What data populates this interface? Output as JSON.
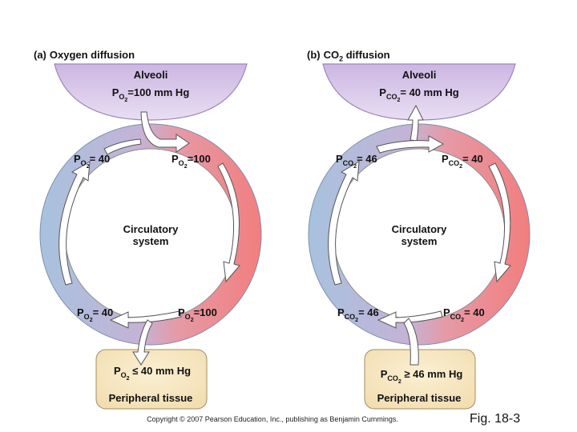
{
  "panels": [
    {
      "tag": "(a)",
      "title": "Oxygen diffusion",
      "top_label": "Alveoli",
      "top_value": {
        "sym": "P",
        "sub": "O",
        "sub2": "2",
        "rest": "=100 mm Hg"
      },
      "center": [
        "Circulatory",
        "system"
      ],
      "top_left": {
        "sym": "P",
        "sub": "O",
        "sub2": "2",
        "rest": "= 40"
      },
      "top_right": {
        "sym": "P",
        "sub": "O",
        "sub2": "2",
        "rest": "=100"
      },
      "bottom_left": {
        "sym": "P",
        "sub": "O",
        "sub2": "2",
        "rest": "= 40"
      },
      "bottom_right": {
        "sym": "P",
        "sub": "O",
        "sub2": "2",
        "rest": "=100"
      },
      "tissue_value": {
        "sym": "P",
        "sub": "O",
        "sub2": "2",
        "rest": " ≤ 40 mm Hg"
      },
      "tissue_label": "Peripheral tissue"
    },
    {
      "tag": "(b)",
      "title_prefix": "CO",
      "title_sub": "2",
      "title_suffix": " diffusion",
      "top_label": "Alveoli",
      "top_value": {
        "sym": "P",
        "sub": "CO",
        "sub2": "2",
        "rest": "= 40 mm Hg"
      },
      "center": [
        "Circulatory",
        "system"
      ],
      "top_left": {
        "sym": "P",
        "sub": "CO",
        "sub2": "2",
        "rest": "= 46"
      },
      "top_right": {
        "sym": "P",
        "sub": "CO",
        "sub2": "2",
        "rest": "= 40"
      },
      "bottom_left": {
        "sym": "P",
        "sub": "CO",
        "sub2": "2",
        "rest": "= 46"
      },
      "bottom_right": {
        "sym": "P",
        "sub": "CO",
        "sub2": "2",
        "rest": "= 40"
      },
      "tissue_value": {
        "sym": "P",
        "sub": "CO",
        "sub2": "2",
        "rest": " ≥ 46 mm Hg"
      },
      "tissue_label": "Peripheral tissue"
    }
  ],
  "copyright": "Copyright © 2007 Pearson Education, Inc., publishing as Benjamin Cummings.",
  "figure_label": "Fig. 18-3",
  "colors": {
    "deoxygenated": "#a9c3de",
    "oxygenated": "#f08a8a",
    "alveoli": "#d9c8e8",
    "tissue": "#f6e6bf"
  }
}
